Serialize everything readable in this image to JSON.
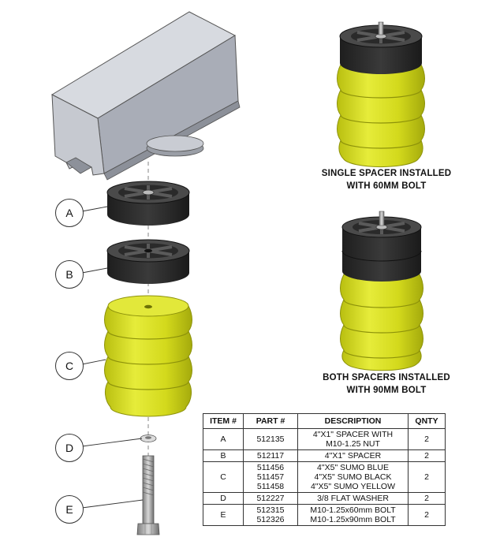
{
  "captions": {
    "single": "SINGLE SPACER INSTALLED\nWITH 60MM BOLT",
    "both": "BOTH SPACERS INSTALLED\nWITH 90MM BOLT"
  },
  "callouts": [
    "A",
    "B",
    "C",
    "D",
    "E"
  ],
  "bom": {
    "headers": [
      "ITEM #",
      "PART #",
      "DESCRIPTION",
      "QNTY"
    ],
    "rows": [
      {
        "item": "A",
        "part": "512135",
        "desc": "4\"X1\" SPACER WITH\nM10-1.25 NUT",
        "qty": "2"
      },
      {
        "item": "B",
        "part": "512117",
        "desc": "4\"X1\" SPACER",
        "qty": "2"
      },
      {
        "item": "C",
        "part": "511456\n511457\n511458",
        "desc": "4\"X5\" SUMO BLUE\n4\"X5\" SUMO BLACK\n4\"X5\" SUMO YELLOW",
        "qty": "2"
      },
      {
        "item": "D",
        "part": "512227",
        "desc": "3/8 FLAT WASHER",
        "qty": "2"
      },
      {
        "item": "E",
        "part": "512315\n512326",
        "desc": "M10-1.25x60mm BOLT\nM10-1.25x90mm BOLT",
        "qty": "2"
      }
    ]
  },
  "colors": {
    "yellow": "#d8de1c",
    "yellow_dark": "#a9af0e",
    "spacer_black": "#2b2b2b",
    "frame_gray": "#c3c7d0"
  }
}
